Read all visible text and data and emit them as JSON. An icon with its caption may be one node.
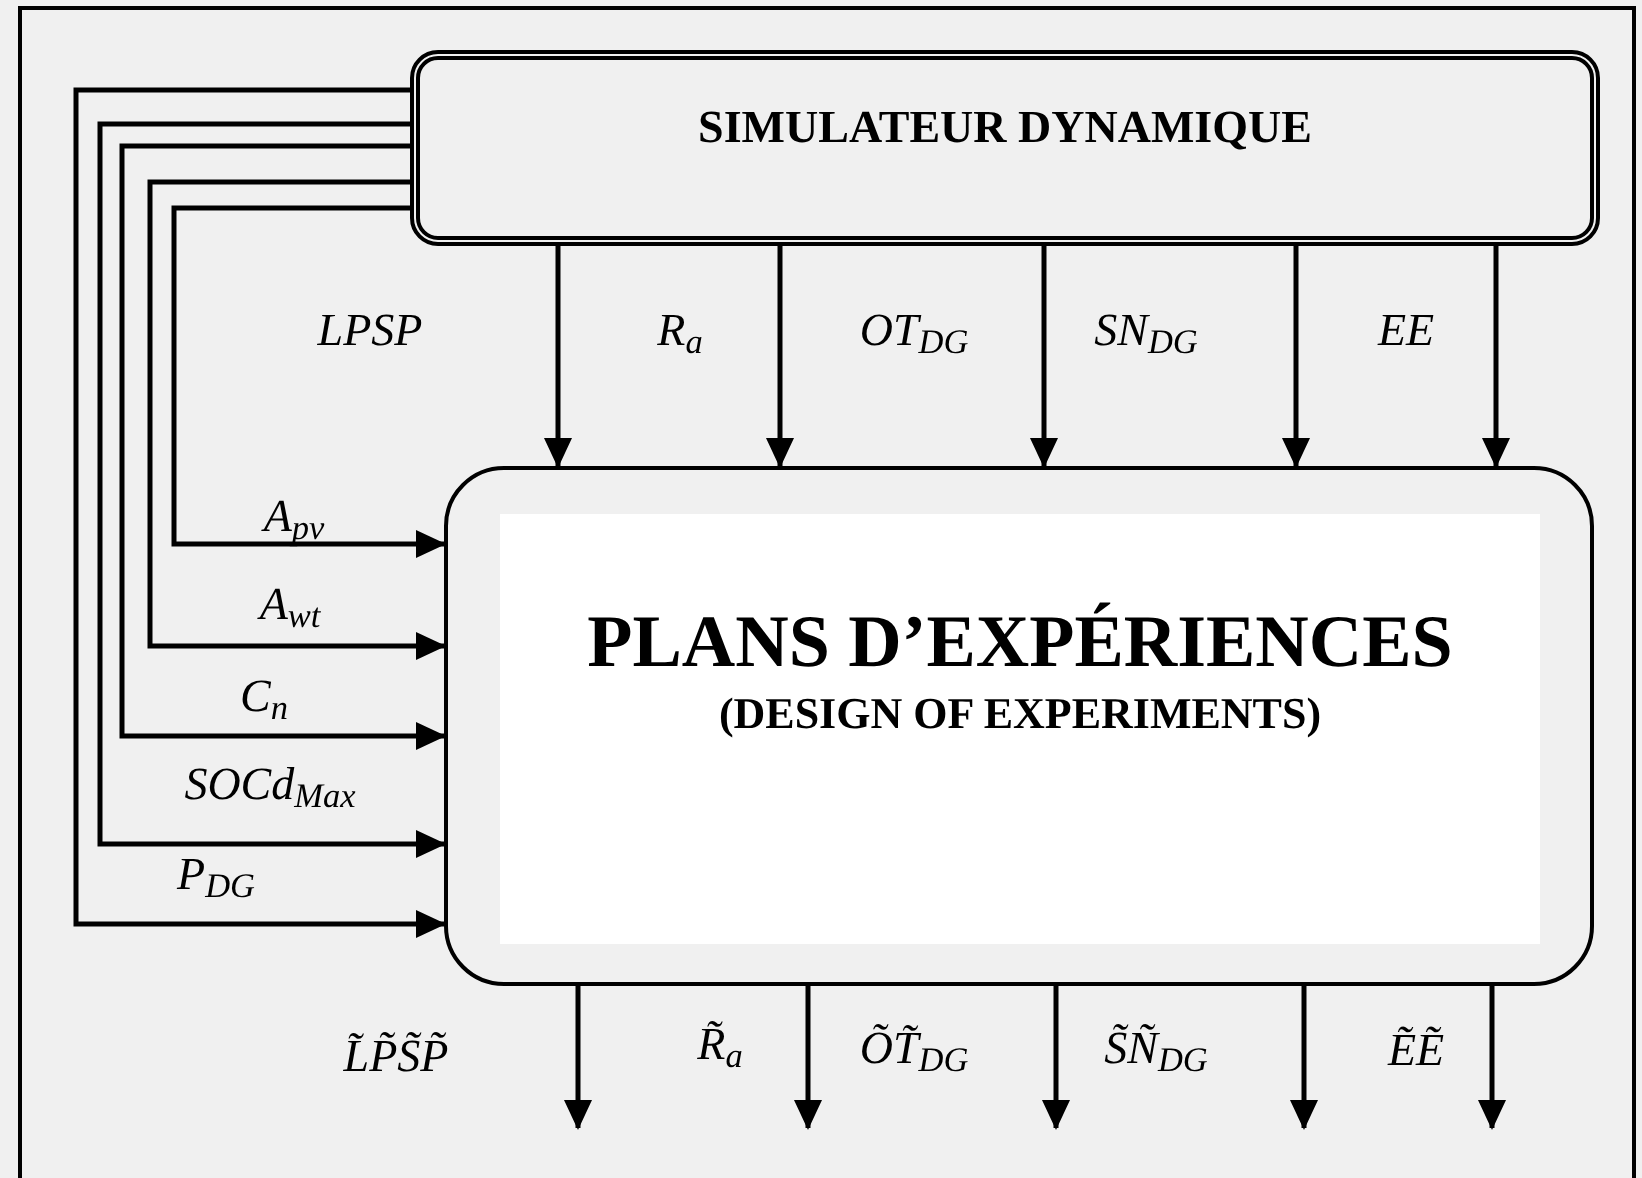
{
  "diagram": {
    "nodes": [
      {
        "text": [
          "SIMULATEUR DYNAMIQUE"
        ]
      },
      {
        "text": [
          "PLANS D’EXPÉRIENCES",
          "(DESIGN OF EXPERIMENTS)"
        ]
      }
    ],
    "edges": [
      {
        "from": 0,
        "to": 1,
        "arrow": "to",
        "label": "LPSP"
      },
      {
        "from": 0,
        "to": 1,
        "arrow": "to",
        "label": "R$_{a}$"
      },
      {
        "from": 0,
        "to": 1,
        "arrow": "to",
        "label": "OT$_{DG}$"
      },
      {
        "from": 0,
        "to": 1,
        "arrow": "to",
        "label": "SN$_{DG}$"
      },
      {
        "from": 0,
        "to": 1,
        "arrow": "to",
        "label": "EE"
      },
      {
        "from": 0,
        "to": 1,
        "arrow": "to",
        "label": "A$_{pv}$"
      },
      {
        "from": 0,
        "to": 1,
        "arrow": "to",
        "label": "A$_{wt}$"
      },
      {
        "from": 0,
        "to": 1,
        "arrow": "to",
        "label": "C$_{n}$"
      },
      {
        "from": 0,
        "to": 1,
        "arrow": "to",
        "label": "SOCd$_{Max}$"
      },
      {
        "from": 0,
        "to": 1,
        "arrow": "to",
        "label": "P$_{DG}$"
      },
      {
        "from": 1,
        "to": null,
        "arrow": "to",
        "label": "L̃P̃S̃P̃"
      },
      {
        "from": 1,
        "to": null,
        "arrow": "to",
        "label": "R̃$_{a}$"
      },
      {
        "from": 1,
        "to": null,
        "arrow": "to",
        "label": "ÕT̃$_{DG}$"
      },
      {
        "from": 1,
        "to": null,
        "arrow": "to",
        "label": "S̃Ñ$_{DG}$"
      },
      {
        "from": 1,
        "to": null,
        "arrow": "to",
        "label": "ẼẼ"
      }
    ]
  }
}
